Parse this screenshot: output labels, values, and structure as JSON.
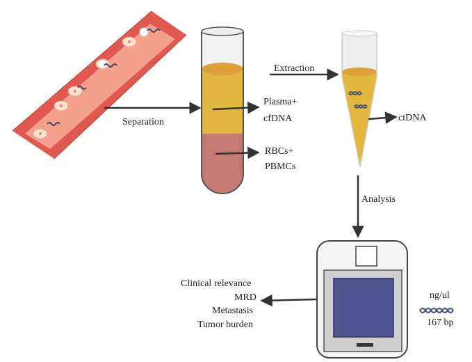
{
  "labels": {
    "separation": "Separation",
    "extraction": "Extraction",
    "analysis": "Analysis",
    "plasma_line1": "Plasma+",
    "plasma_line2": "cfDNA",
    "rbc_line1": "RBCs+",
    "rbc_line2": "PBMCs",
    "ctdna": "ctDNA",
    "clinical_relevance": "Clinical relevance",
    "mrd": "MRD",
    "metastasis": "Metastasis",
    "tumor_burden": "Tumor burden",
    "concentration_unit": "ng/ul",
    "fragment_size": "167 bp"
  },
  "colors": {
    "vessel_wall": "#e0584f",
    "vessel_lumen": "#f4a08c",
    "plasma": "#e2b73e",
    "plasma_top": "#dea03c",
    "cells_layer": "#c47a72",
    "tube_glass": "#eaeaea",
    "arrow": "#333333",
    "dna": "#4b5a78",
    "instrument_body": "#cfcfcf",
    "instrument_screen": "#4e5590"
  },
  "icons": [
    "blood-vessel-icon",
    "blood-tube-icon",
    "extraction-tube-icon",
    "analyzer-instrument-icon",
    "dna-helix-icon"
  ]
}
